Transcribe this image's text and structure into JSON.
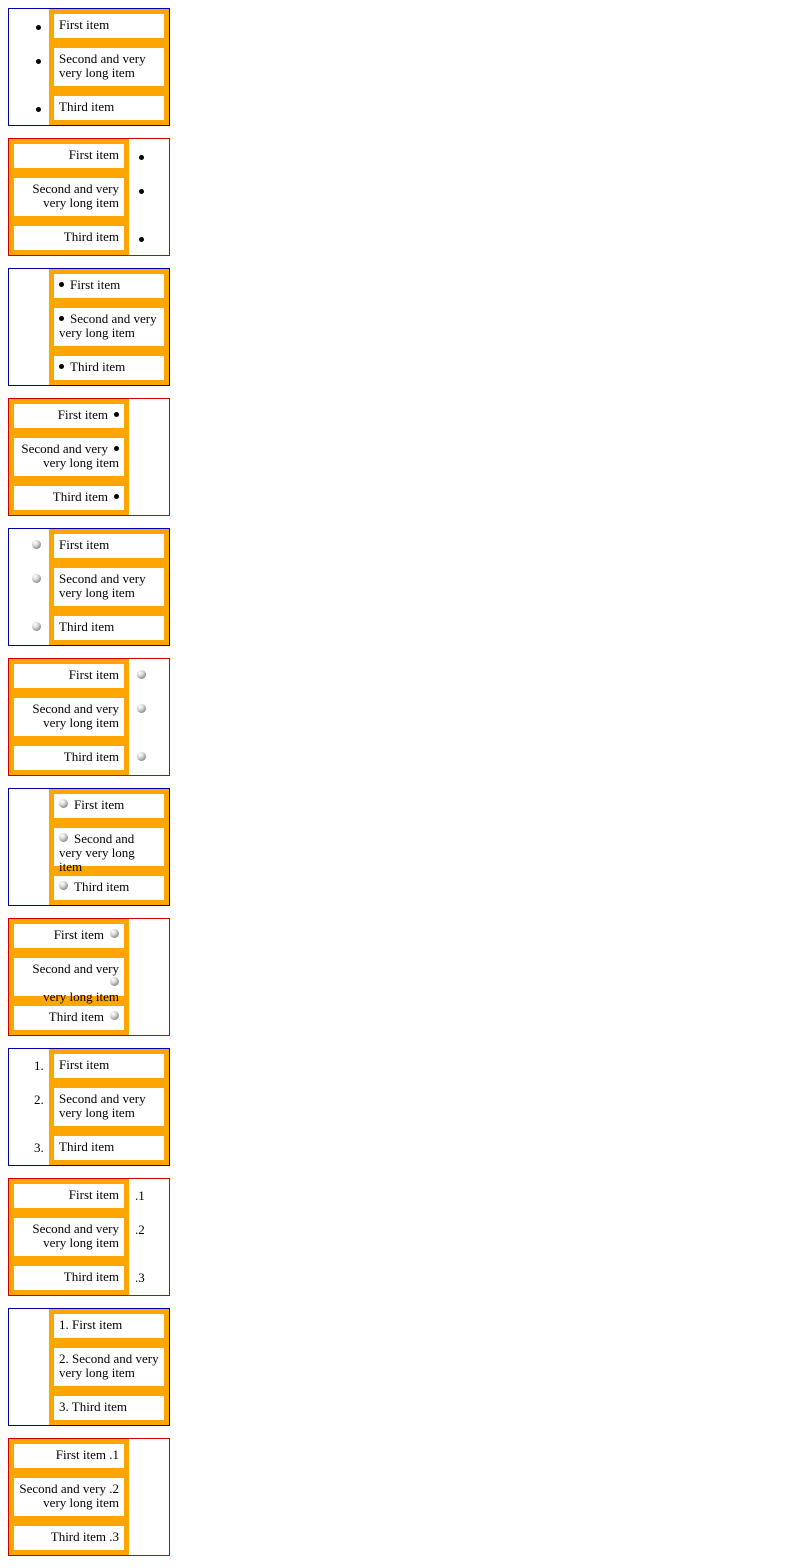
{
  "colors": {
    "ltr_border": "#0000aa",
    "rtl_border": "#cc0000",
    "list_background": "#ffa500",
    "item_background": "#ffffff"
  },
  "items": {
    "first": "First item",
    "second": "Second and very very long item",
    "third": "Third item",
    "second_line1": "Second and very",
    "second_line2": "very long item"
  },
  "markers": {
    "bullet_icon": "bullet-dot-icon",
    "image_icon": "sphere-icon",
    "numbers_ltr": [
      "1.",
      "2.",
      "3."
    ],
    "numbers_rtl": [
      ".1",
      ".2",
      ".3"
    ]
  }
}
